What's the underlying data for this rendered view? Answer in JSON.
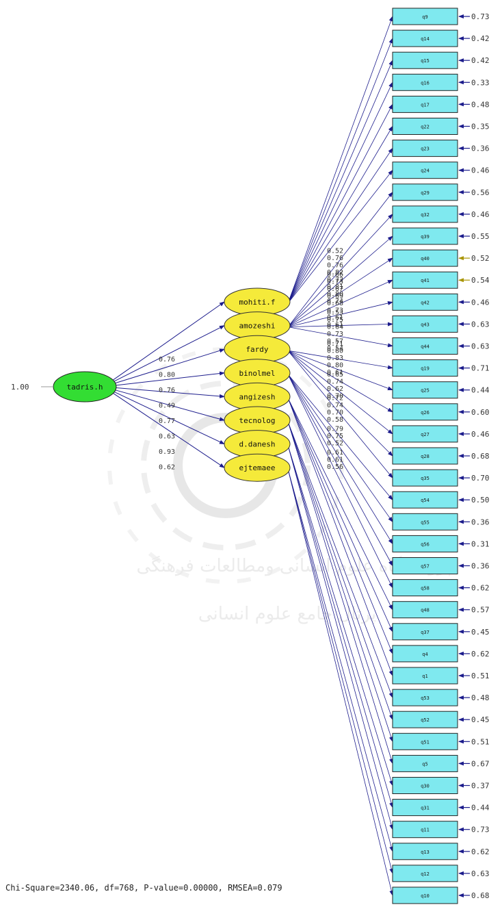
{
  "colors": {
    "indicator_fill": "#7fe9ef",
    "factor_fill": "#f5ea3a",
    "top_factor_fill": "#33dd33",
    "arrow": "#1c1c8c",
    "error_arrow_highlight": "#a89400",
    "watermark": "#d8d8d8"
  },
  "top_factor": {
    "label": "tadris.h",
    "variance": "1.00"
  },
  "factors": [
    {
      "label": "mohiti.f",
      "loading": "0.76",
      "indicators": [
        {
          "label": "q9",
          "loading": "0.52",
          "error": "0.73"
        },
        {
          "label": "q14",
          "loading": "0.76",
          "error": "0.42"
        },
        {
          "label": "q15",
          "loading": "0.76",
          "error": "0.42"
        },
        {
          "label": "q16",
          "loading": "0.82",
          "error": "0.33"
        },
        {
          "label": "q17",
          "loading": "0.72",
          "error": "0.48"
        },
        {
          "label": "q22",
          "loading": "0.81",
          "error": "0.35"
        },
        {
          "label": "q23",
          "loading": "0.80",
          "error": "0.36"
        },
        {
          "label": "q24",
          "loading": "0.74",
          "error": "0.46"
        }
      ]
    },
    {
      "label": "amozeshi",
      "loading": "0.80",
      "indicators": [
        {
          "label": "q29",
          "loading": "0.66",
          "error": "0.56"
        },
        {
          "label": "q32",
          "loading": "0.73",
          "error": "0.46"
        },
        {
          "label": "q39",
          "loading": "0.67",
          "error": "0.55"
        },
        {
          "label": "q40",
          "loading": "0.69",
          "error": "0.52"
        },
        {
          "label": "q41",
          "loading": "0.68",
          "error": "0.54"
        },
        {
          "label": "q42",
          "loading": "0.73",
          "error": "0.46"
        },
        {
          "label": "q43",
          "loading": "0.61",
          "error": "0.63"
        },
        {
          "label": "q44",
          "loading": "0.61",
          "error": "0.63"
        }
      ]
    },
    {
      "label": "fardy",
      "loading": "0.76",
      "indicators": [
        {
          "label": "q19",
          "loading": "0.53",
          "error": "0.71"
        },
        {
          "label": "q25",
          "loading": "0.75",
          "error": "0.44"
        },
        {
          "label": "q26",
          "loading": "0.64",
          "error": "0.60"
        },
        {
          "label": "q27",
          "loading": "0.73",
          "error": "0.46"
        },
        {
          "label": "q28",
          "loading": "0.57",
          "error": "0.68"
        },
        {
          "label": "q35",
          "loading": "0.54",
          "error": "0.70"
        }
      ]
    },
    {
      "label": "binolmel",
      "loading": "0.49",
      "indicators": [
        {
          "label": "q54",
          "loading": "0.71",
          "error": "0.50"
        },
        {
          "label": "q55",
          "loading": "0.80",
          "error": "0.36"
        },
        {
          "label": "q56",
          "loading": "0.83",
          "error": "0.31"
        },
        {
          "label": "q57",
          "loading": "0.80",
          "error": "0.36"
        },
        {
          "label": "q58",
          "loading": "0.61",
          "error": "0.62"
        }
      ]
    },
    {
      "label": "angizesh",
      "loading": "0.77",
      "indicators": [
        {
          "label": "q48",
          "loading": "0.65",
          "error": "0.57"
        },
        {
          "label": "q37",
          "loading": "0.74",
          "error": "0.45"
        },
        {
          "label": "q4",
          "loading": "0.62",
          "error": "0.62"
        },
        {
          "label": "q1",
          "loading": "0.70",
          "error": "0.51"
        }
      ]
    },
    {
      "label": "tecnolog",
      "loading": "0.63",
      "indicators": [
        {
          "label": "q53",
          "loading": "0.72",
          "error": "0.48"
        },
        {
          "label": "q52",
          "loading": "0.74",
          "error": "0.45"
        },
        {
          "label": "q51",
          "loading": "0.70",
          "error": "0.51"
        },
        {
          "label": "q5",
          "loading": "0.58",
          "error": "0.67"
        }
      ]
    },
    {
      "label": "d.danesh",
      "loading": "0.93",
      "indicators": [
        {
          "label": "q30",
          "loading": "0.79",
          "error": "0.37"
        },
        {
          "label": "q31",
          "loading": "0.75",
          "error": "0.44"
        },
        {
          "label": "q11",
          "loading": "0.52",
          "error": "0.73"
        }
      ]
    },
    {
      "label": "ejtemaee",
      "loading": "0.62",
      "indicators": [
        {
          "label": "q13",
          "loading": "0.61",
          "error": "0.62"
        },
        {
          "label": "q12",
          "loading": "0.61",
          "error": "0.63"
        },
        {
          "label": "q10",
          "loading": "0.56",
          "error": "0.68"
        }
      ]
    }
  ],
  "watermark_lines": [
    "پژوهشگاه علوم انسانی ومطالعات فرهنگی",
    "پرتال جامع علوم انسانی"
  ],
  "fit_statistics": "Chi-Square=2340.06, df=768, P-value=0.00000, RMSEA=0.079"
}
